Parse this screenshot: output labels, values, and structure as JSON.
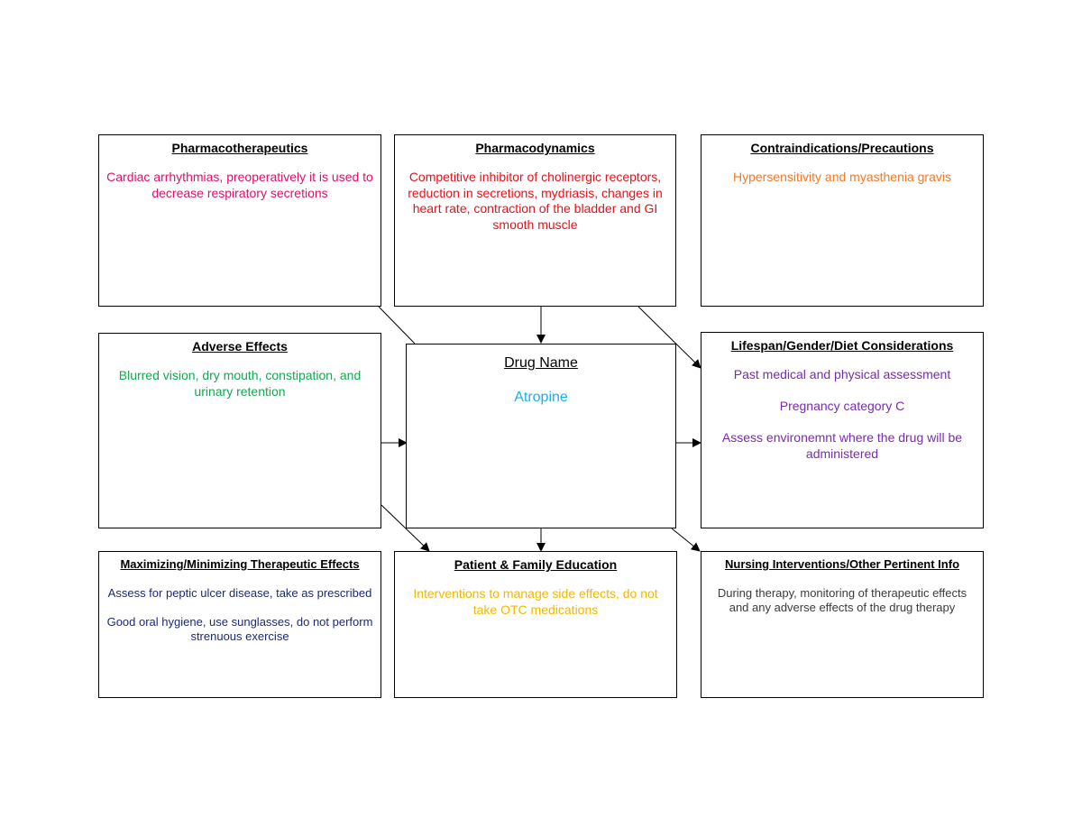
{
  "boxes": {
    "pharmacotherapeutics": {
      "title": "Pharmacotherapeutics",
      "text": "Cardiac arrhythmias, preoperatively it is used to decrease respiratory secretions",
      "color": "#e0106a"
    },
    "pharmacodynamics": {
      "title": "Pharmacodynamics",
      "text": "Competitive inhibitor of cholinergic receptors, reduction in secretions, mydriasis, changes in heart rate, contraction of the bladder and GI smooth muscle",
      "color": "#e8101a"
    },
    "contraindications": {
      "title": "Contraindications/Precautions",
      "text": "Hypersensitivity and myasthenia gravis",
      "color": "#ef7a2a"
    },
    "adverse_effects": {
      "title": "Adverse Effects",
      "text": "Blurred vision, dry mouth, constipation, and urinary retention",
      "color": "#14a850"
    },
    "drug": {
      "title": "Drug Name",
      "text": "Atropine",
      "color": "#1ab0e8"
    },
    "lifespan": {
      "title": "Lifespan/Gender/Diet Considerations",
      "text": "Past medical and physical assessment\n\nPregnancy category C\n\nAssess environemnt where the drug will be administered",
      "color": "#7a2ab0"
    },
    "maximizing": {
      "title": "Maximizing/Minimizing Therapeutic Effects",
      "text": "Assess for peptic ulcer disease, take as prescribed\n\nGood oral hygiene, use sunglasses, do not perform strenuous exercise",
      "color": "#1a2a7a"
    },
    "education": {
      "title": "Patient & Family Education",
      "text": "Interventions to manage side effects, do not take OTC medications",
      "color": "#f0b800"
    },
    "nursing": {
      "title": "Nursing Interventions/Other Pertinent Info",
      "text": "During therapy, monitoring of therapeutic effects and any adverse effects of the drug therapy",
      "color": "#3a3a3a"
    }
  }
}
